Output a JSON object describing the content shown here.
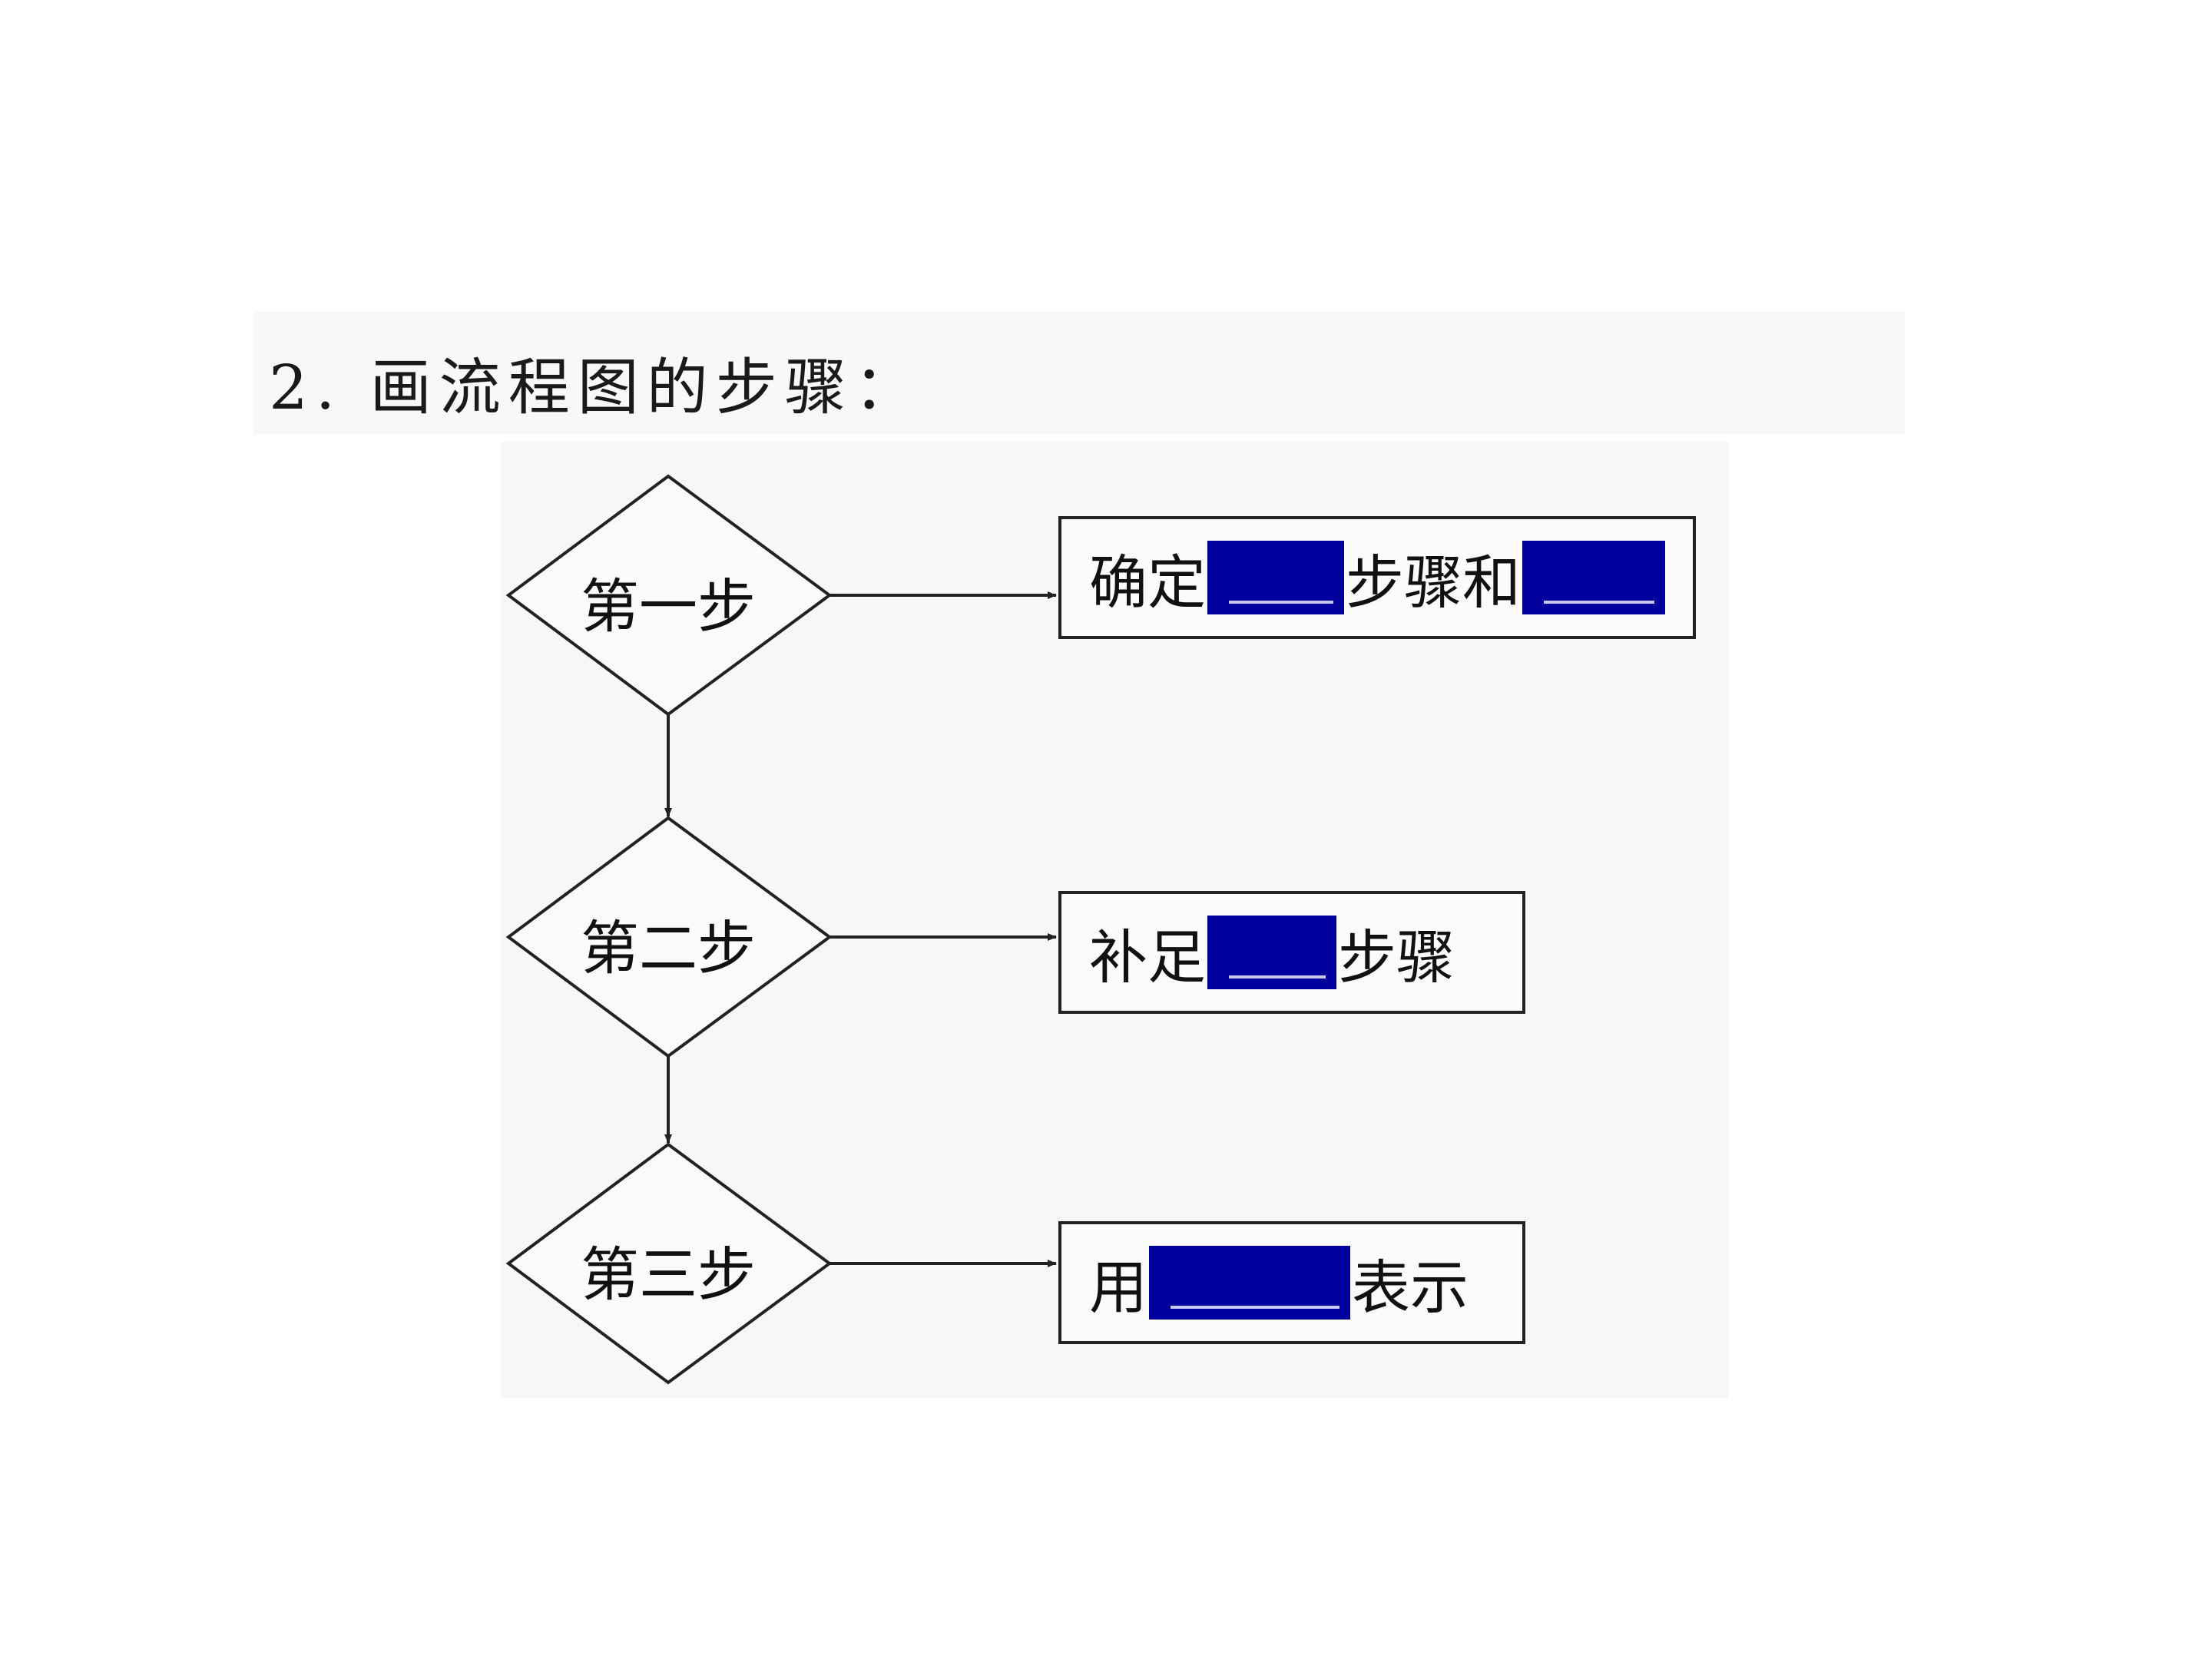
{
  "title": "2. 画流程图的步骤：",
  "mask_color": "#00009e",
  "steps": [
    {
      "label": "第一步",
      "box_parts": [
        "确定",
        "步骤和",
        ""
      ]
    },
    {
      "label": "第二步",
      "box_parts": [
        "补足",
        "步骤",
        ""
      ]
    },
    {
      "label": "第三步",
      "box_parts": [
        "用",
        "表示",
        ""
      ]
    }
  ]
}
